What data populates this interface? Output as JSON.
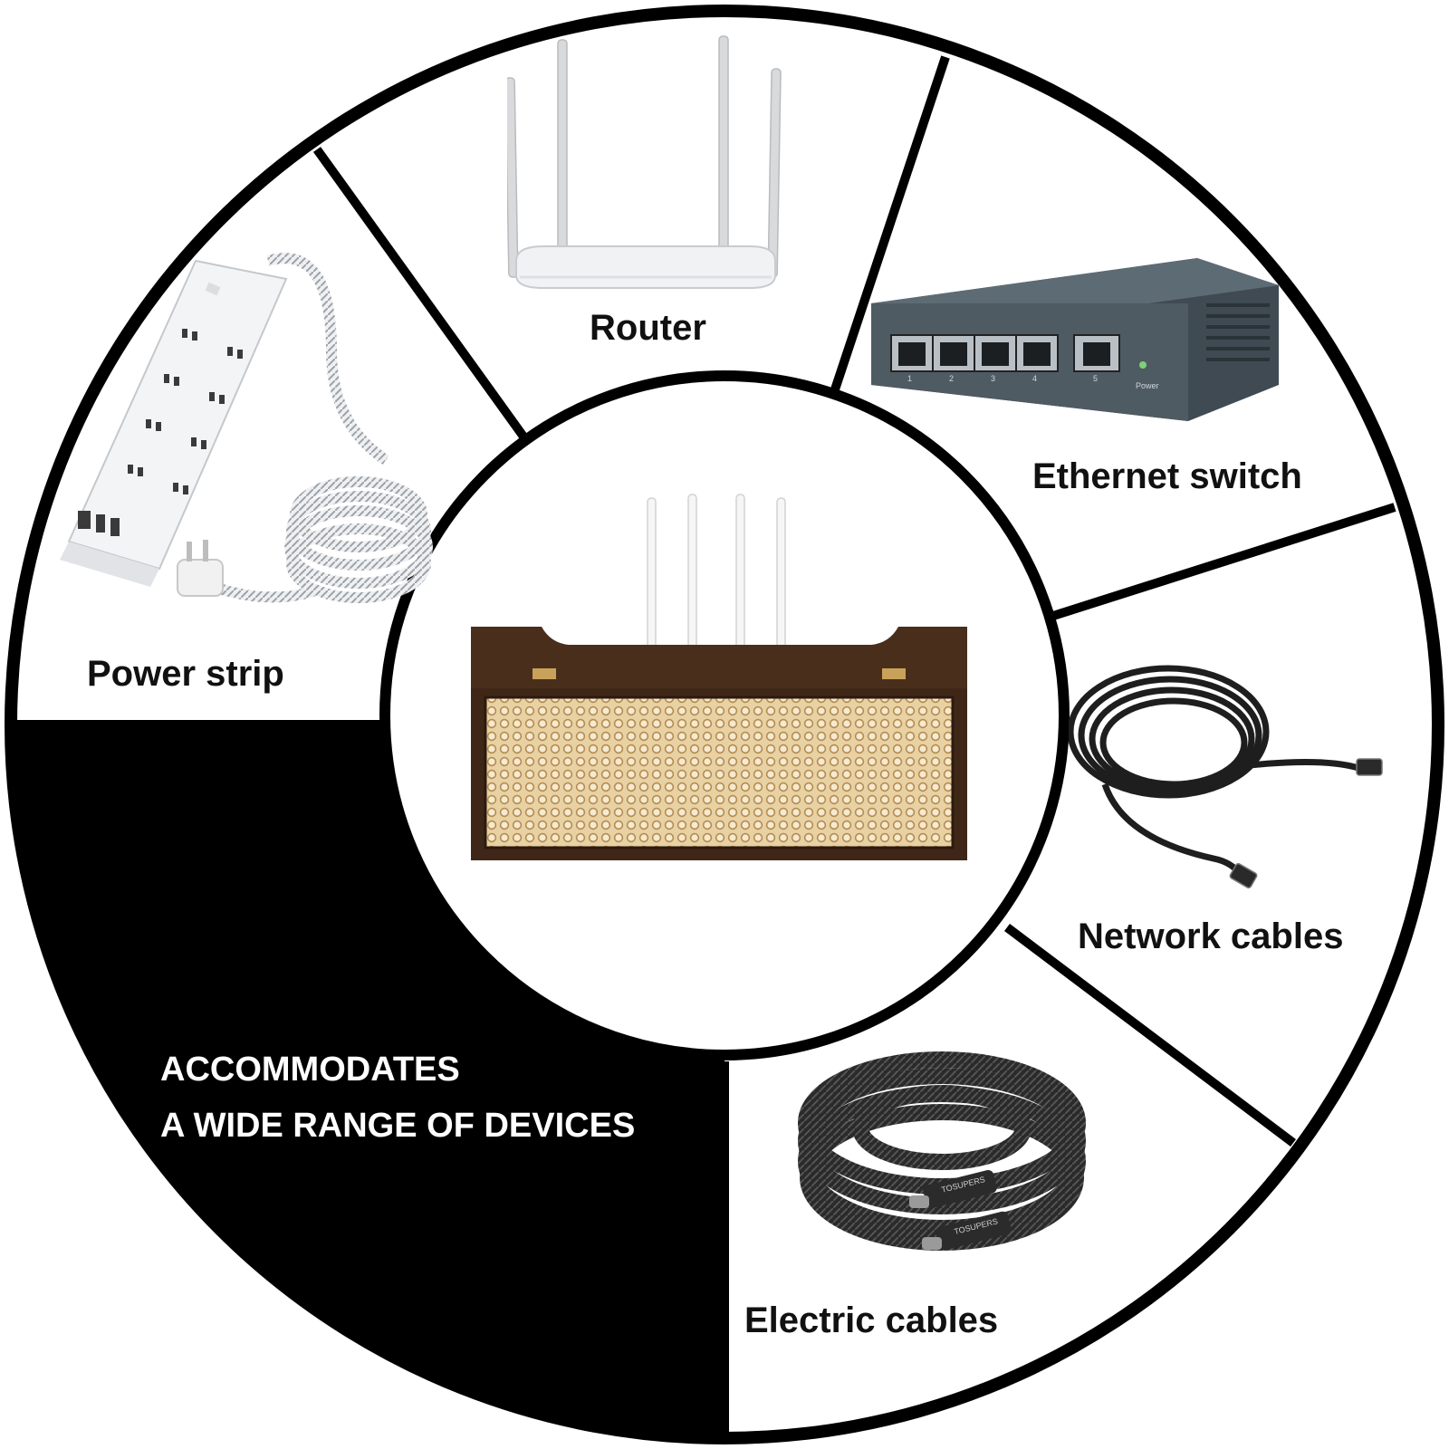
{
  "segments": {
    "router": "Router",
    "ethernet_switch": "Ethernet switch",
    "power_strip": "Power strip",
    "network_cables": "Network cables",
    "electric_cables": "Electric cables"
  },
  "headline": {
    "line1": "ACCOMMODATES",
    "line2": "A WIDE RANGE OF DEVICES"
  },
  "device_text": {
    "switch_port_numbers": [
      "1",
      "2",
      "3",
      "4",
      "5"
    ],
    "switch_power_label": "Power",
    "cable_brand": "TOSUPERS"
  },
  "colors": {
    "outline": "#000000",
    "background": "#ffffff",
    "headline_text": "#ffffff",
    "wood": "#4a2e1c",
    "rattan": "#e7cf9f",
    "switch_body": "#4f5b63"
  },
  "icons": {
    "center": "rattan-router-box-icon",
    "router": "wifi-router-icon",
    "switch": "ethernet-switch-icon",
    "power_strip": "power-strip-icon",
    "network_cables": "network-cable-icon",
    "electric_cables": "usb-c-cable-icon"
  }
}
